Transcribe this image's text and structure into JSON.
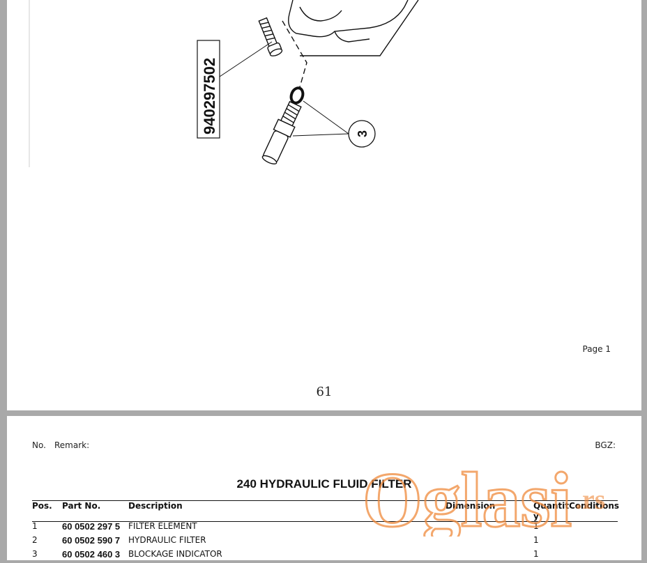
{
  "drawing": {
    "callout_part_number": "940297502",
    "callout_position": "3"
  },
  "page1": {
    "page_label": "Page 1",
    "page_number": "61"
  },
  "page2": {
    "header": {
      "no_label": "No.",
      "remark_label": "Remark:",
      "bgz_label": "BGZ:"
    },
    "title": "240 HYDRAULIC FLUID FILTER",
    "columns": [
      "Pos.",
      "Part No.",
      "Description",
      "Dimension",
      "Quantit",
      "y",
      "Conditions"
    ],
    "rows": [
      {
        "pos": "1",
        "part_no": "60 0502 297 5",
        "description": "FILTER ELEMENT",
        "quantity": "1"
      },
      {
        "pos": "2",
        "part_no": "60 0502 590 7",
        "description": "HYDRAULIC FILTER",
        "quantity": "1"
      },
      {
        "pos": "3",
        "part_no": "60 0502 460 3",
        "description": "BLOCKAGE INDICATOR",
        "quantity": "1"
      }
    ]
  },
  "watermark": {
    "text": "Oglasi",
    "suffix": ".rs",
    "color": "#f08a3c"
  }
}
